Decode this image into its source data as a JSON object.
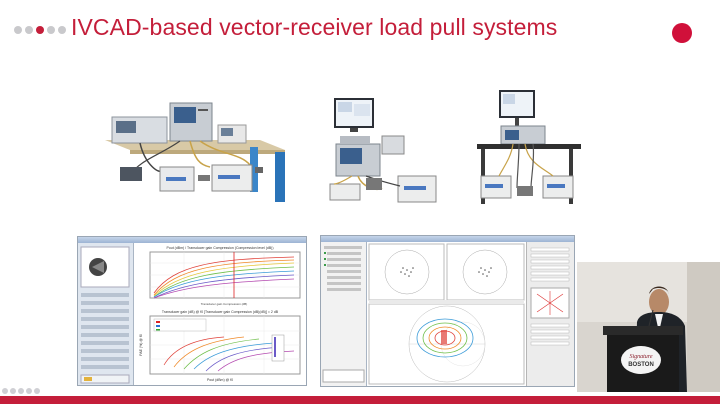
{
  "slide": {
    "title": "IVCAD-based vector-receiver load pull systems",
    "accent_color": "#c41e3a",
    "bullet_colors": [
      "#c9c9cc",
      "#c9c9cc",
      "#c41e3a",
      "#c9c9cc",
      "#c9c9cc"
    ]
  },
  "photos": {
    "bench1": "bench-setup-photo",
    "bench2": "compact-setup-photo",
    "bench3": "table-setup-photo",
    "presenter": "presenter-photo"
  },
  "screenshots": {
    "left_chart_top_title": "Pout (dBm) / Transducer gain Compression (Compression level (dB))",
    "left_chart_bottom_title": "Transducer gain (dB) @ f0 [Transducer gain Compression (dB)(dB)] = 2 dB",
    "left_chart_xlabel": "Pout (dBm) @ f0",
    "left_chart_ylabel": "PAE (%) @ f0"
  },
  "podium_sign": {
    "script": "Signature",
    "city": "BOSTON"
  }
}
